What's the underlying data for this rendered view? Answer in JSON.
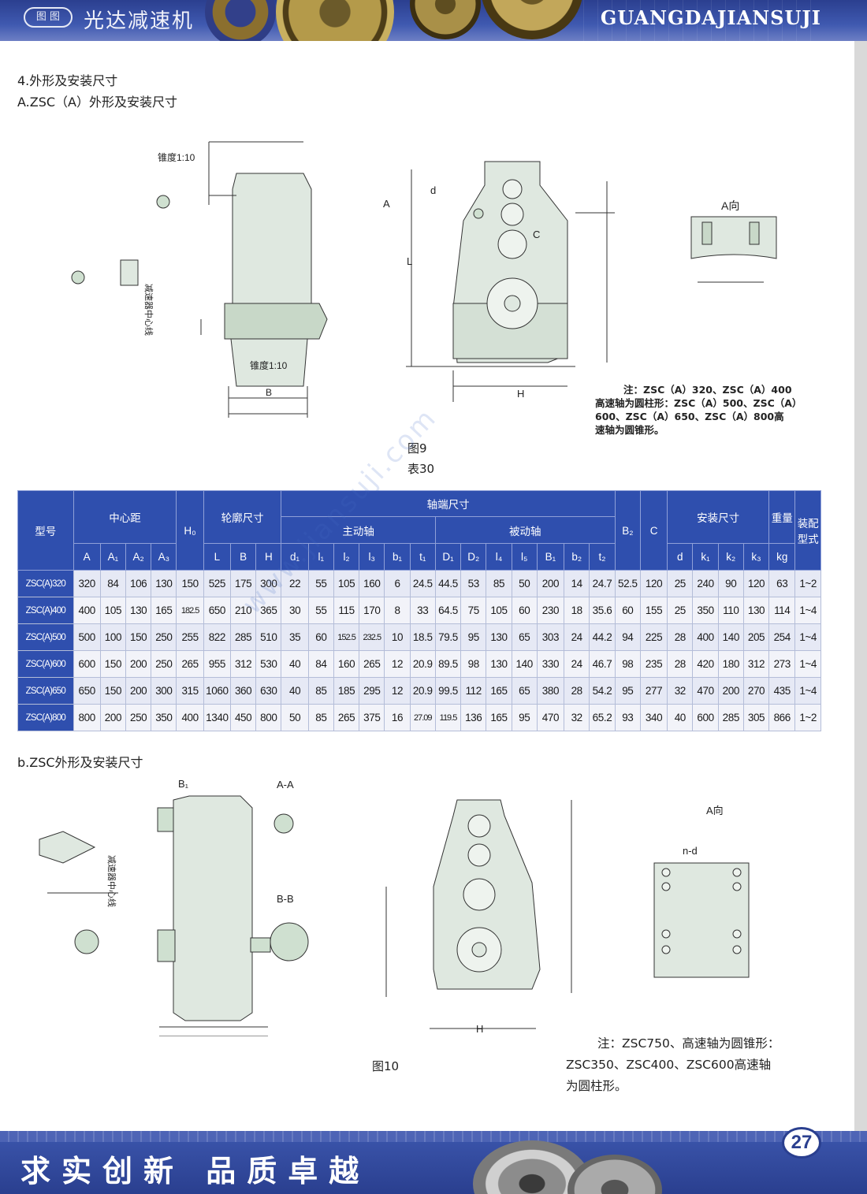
{
  "header": {
    "logo_text": "图 图",
    "brand": "光达减速机",
    "brand_en": "GUANGDAJIANSUJI"
  },
  "section_a": {
    "heading1": "4.外形及安装尺寸",
    "heading2": "A.ZSC（A）外形及安装尺寸"
  },
  "fig9": {
    "caption": "图9",
    "table_caption": "表30",
    "labels": {
      "taper_top": "锥度1:10",
      "taper_bottom": "锥度1:10",
      "centerline": "减速器中心线",
      "a_view": "A向",
      "A": "A",
      "d": "d",
      "C": "C",
      "L": "L",
      "H": "H",
      "B": "B"
    },
    "note": [
      "注：ZSC（A）320、ZSC（A）400",
      "高速轴为圆柱形：ZSC（A）500、ZSC（A）",
      "600、ZSC（A）650、ZSC（A）800高",
      "速轴为圆锥形。"
    ]
  },
  "table": {
    "headers": {
      "model": "型号",
      "center_distance": "中心距",
      "h0": "H₀",
      "outline": "轮廓尺寸",
      "shaft_end": "轴端尺寸",
      "drive_shaft": "主动轴",
      "driven_shaft": "被动轴",
      "b2": "B₂",
      "c": "C",
      "install": "安装尺寸",
      "weight": "重量",
      "assembly": "装配型式",
      "sub": [
        "A",
        "A₁",
        "A₂",
        "A₃",
        "L",
        "B",
        "H",
        "d₁",
        "l₁",
        "l₂",
        "l₃",
        "b₁",
        "t₁",
        "D₁",
        "D₂",
        "l₄",
        "l₅",
        "B₁",
        "b₂",
        "t₂",
        "d",
        "k₁",
        "k₂",
        "k₃",
        "kg"
      ]
    },
    "rows": [
      [
        "ZSC(A)320",
        "320",
        "84",
        "106",
        "130",
        "150",
        "525",
        "175",
        "300",
        "22",
        "55",
        "105",
        "160",
        "6",
        "24.5",
        "44.5",
        "53",
        "85",
        "50",
        "200",
        "14",
        "24.7",
        "52.5",
        "120",
        "25",
        "240",
        "90",
        "120",
        "63",
        "1~2"
      ],
      [
        "ZSC(A)400",
        "400",
        "105",
        "130",
        "165",
        "182.5",
        "650",
        "210",
        "365",
        "30",
        "55",
        "115",
        "170",
        "8",
        "33",
        "64.5",
        "75",
        "105",
        "60",
        "230",
        "18",
        "35.6",
        "60",
        "155",
        "25",
        "350",
        "110",
        "130",
        "114",
        "1~4"
      ],
      [
        "ZSC(A)500",
        "500",
        "100",
        "150",
        "250",
        "255",
        "822",
        "285",
        "510",
        "35",
        "60",
        "152.5",
        "232.5",
        "10",
        "18.5",
        "79.5",
        "95",
        "130",
        "65",
        "303",
        "24",
        "44.2",
        "94",
        "225",
        "28",
        "400",
        "140",
        "205",
        "254",
        "1~4"
      ],
      [
        "ZSC(A)600",
        "600",
        "150",
        "200",
        "250",
        "265",
        "955",
        "312",
        "530",
        "40",
        "84",
        "160",
        "265",
        "12",
        "20.9",
        "89.5",
        "98",
        "130",
        "140",
        "330",
        "24",
        "46.7",
        "98",
        "235",
        "28",
        "420",
        "180",
        "312",
        "273",
        "1~4"
      ],
      [
        "ZSC(A)650",
        "650",
        "150",
        "200",
        "300",
        "315",
        "1060",
        "360",
        "630",
        "40",
        "85",
        "185",
        "295",
        "12",
        "20.9",
        "99.5",
        "112",
        "165",
        "65",
        "380",
        "28",
        "54.2",
        "95",
        "277",
        "32",
        "470",
        "200",
        "270",
        "435",
        "1~4"
      ],
      [
        "ZSC(A)800",
        "800",
        "200",
        "250",
        "350",
        "400",
        "1340",
        "450",
        "800",
        "50",
        "85",
        "265",
        "375",
        "16",
        "27.09",
        "119.5",
        "136",
        "165",
        "95",
        "470",
        "32",
        "65.2",
        "93",
        "340",
        "40",
        "600",
        "285",
        "305",
        "866",
        "1~2"
      ]
    ]
  },
  "section_b": {
    "heading": "b.ZSC外形及安装尺寸"
  },
  "fig10": {
    "caption": "图10",
    "labels": {
      "aa": "A-A",
      "bb": "B-B",
      "a_view": "A向",
      "nd": "n-d",
      "centerline": "减速器中心线",
      "B1": "B₁",
      "H": "H"
    },
    "note": [
      "注：ZSC750、高速轴为圆锥形：",
      "ZSC350、ZSC400、ZSC600高速轴",
      "为圆柱形。"
    ]
  },
  "watermark": "www.jiansuji.com",
  "footer": {
    "slogan": "求实创新 品质卓越",
    "page_number": "27"
  },
  "colors": {
    "header_blue": "#2f4fae",
    "row_light": "#e6e9f5",
    "diagram_fill": "#dfe8e0"
  }
}
